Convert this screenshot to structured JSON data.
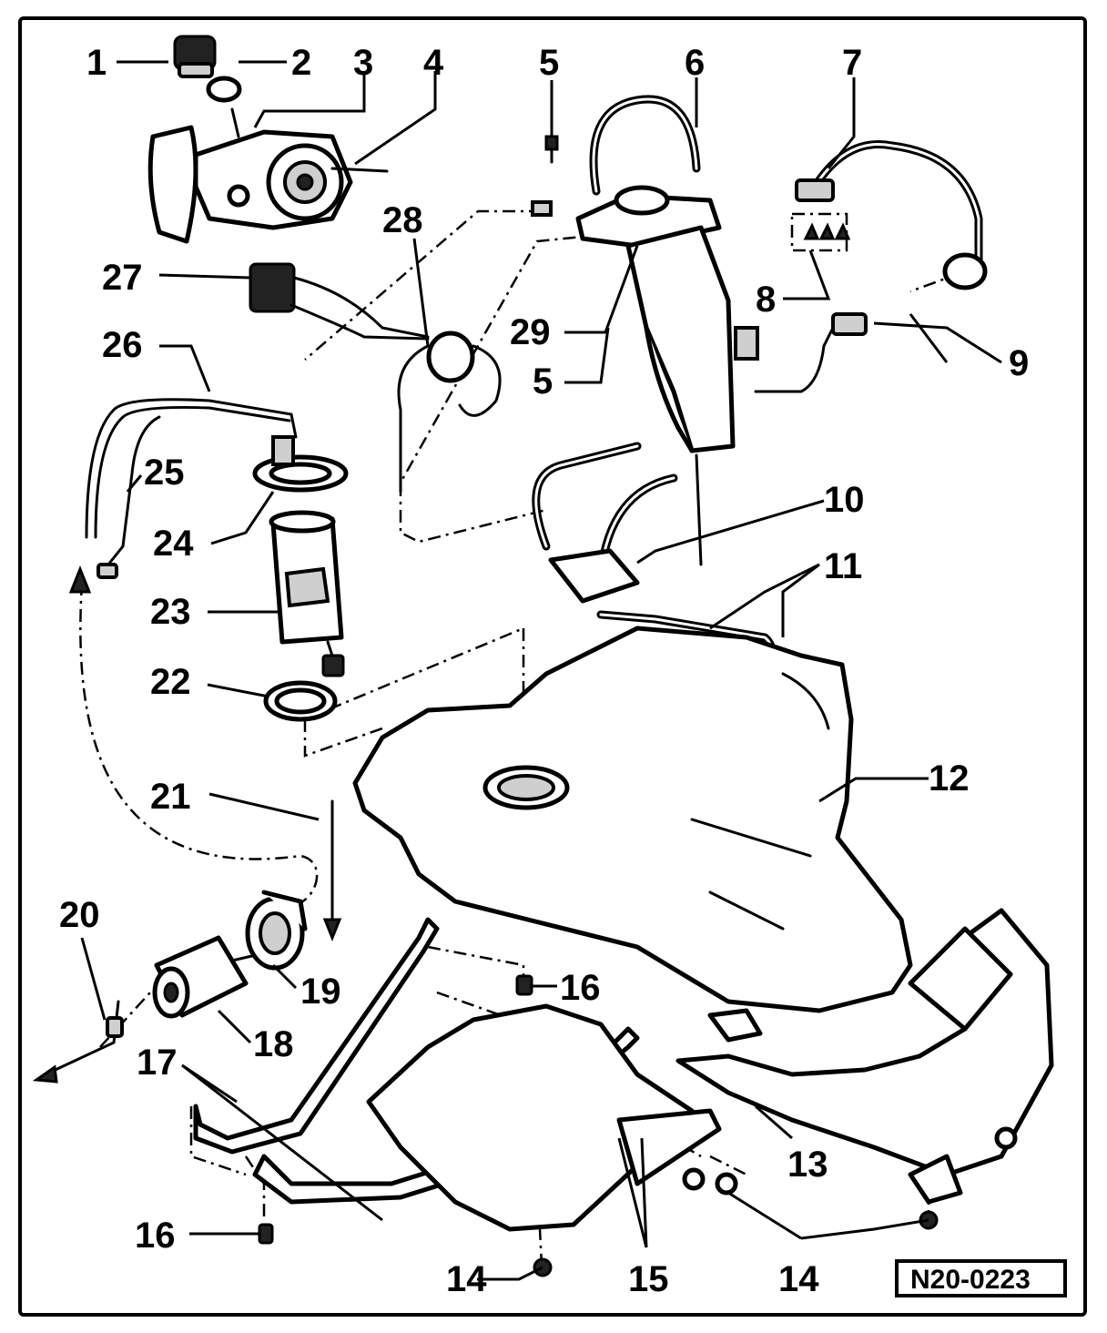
{
  "reference": "N20-0223",
  "callouts": {
    "c1": "1",
    "c2": "2",
    "c3": "3",
    "c4": "4",
    "c5a": "5",
    "c6": "6",
    "c7": "7",
    "c8": "8",
    "c9": "9",
    "c10": "10",
    "c11": "11",
    "c12": "12",
    "c13": "13",
    "c14a": "14",
    "c14b": "14",
    "c15": "15",
    "c16a": "16",
    "c16b": "16",
    "c17": "17",
    "c18": "18",
    "c19": "19",
    "c20": "20",
    "c21": "21",
    "c22": "22",
    "c23": "23",
    "c24": "24",
    "c25": "25",
    "c26": "26",
    "c27": "27",
    "c28": "28",
    "c29": "29",
    "c5b": "5"
  }
}
